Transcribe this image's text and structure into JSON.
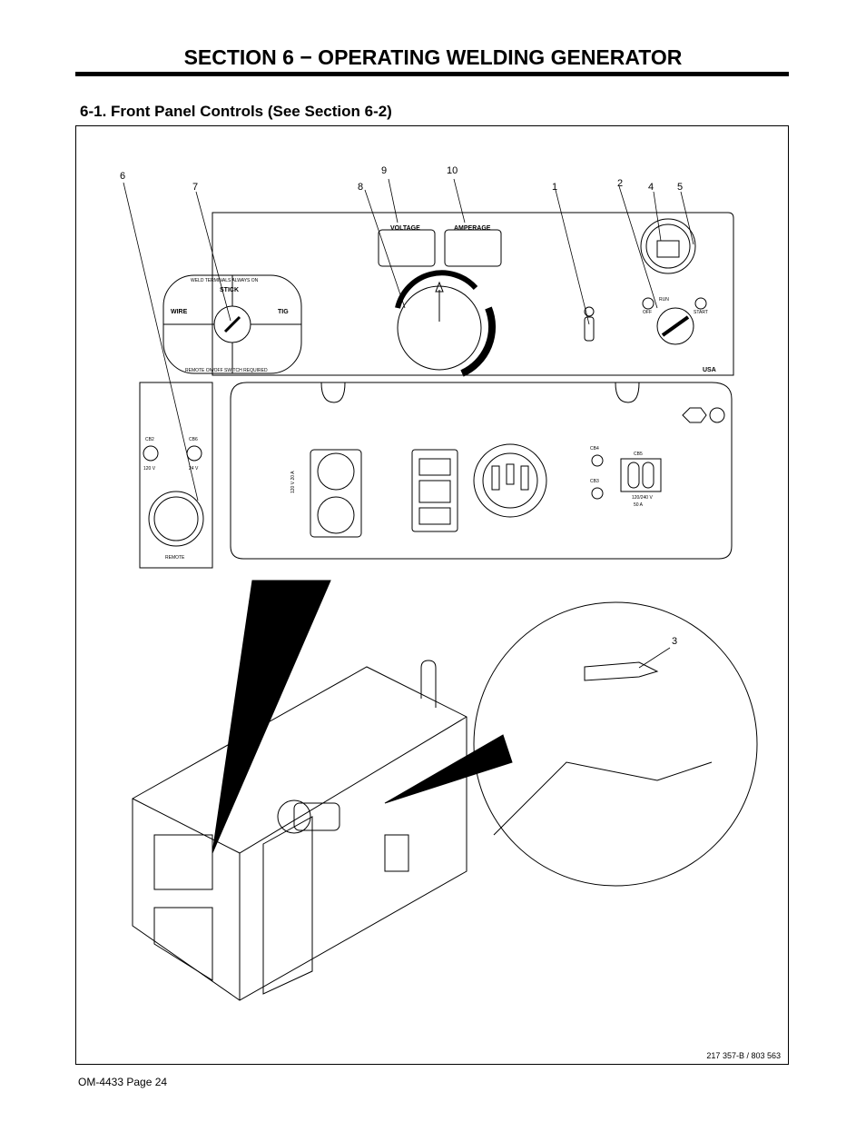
{
  "header": {
    "section_title": "SECTION 6 − OPERATING WELDING GENERATOR",
    "subsection_title": "6-1.   Front Panel Controls (See Section 6-2)"
  },
  "figure": {
    "callouts": [
      "1",
      "2",
      "3",
      "4",
      "5",
      "6",
      "7",
      "8",
      "9",
      "10"
    ],
    "panel_labels": {
      "voltage": "VOLTAGE",
      "amperage": "AMPERAGE",
      "stick": "STICK",
      "wire": "WIRE",
      "tig": "TIG",
      "weld_terminals": "WELD TERMINALS ALWAYS ON",
      "remote_switch": "REMOTE ON/OFF SWITCH REQUIRED",
      "off": "OFF",
      "run": "RUN",
      "start": "START",
      "remote": "REMOTE",
      "made_in_usa": "USA",
      "cb2_label": "CB2",
      "cb6_label": "CB6",
      "v120": "120 V",
      "v24": "24 V",
      "cb4_label": "CB4",
      "cb3_label": "CB3",
      "cb5_label": "CB5",
      "r120_20a": "120 V 20 A",
      "r120_240": "120/240 V",
      "a50": "50 A"
    },
    "reference": "217 357-B / 803 563"
  },
  "footer": {
    "page_label": "OM-4433 Page 24"
  }
}
